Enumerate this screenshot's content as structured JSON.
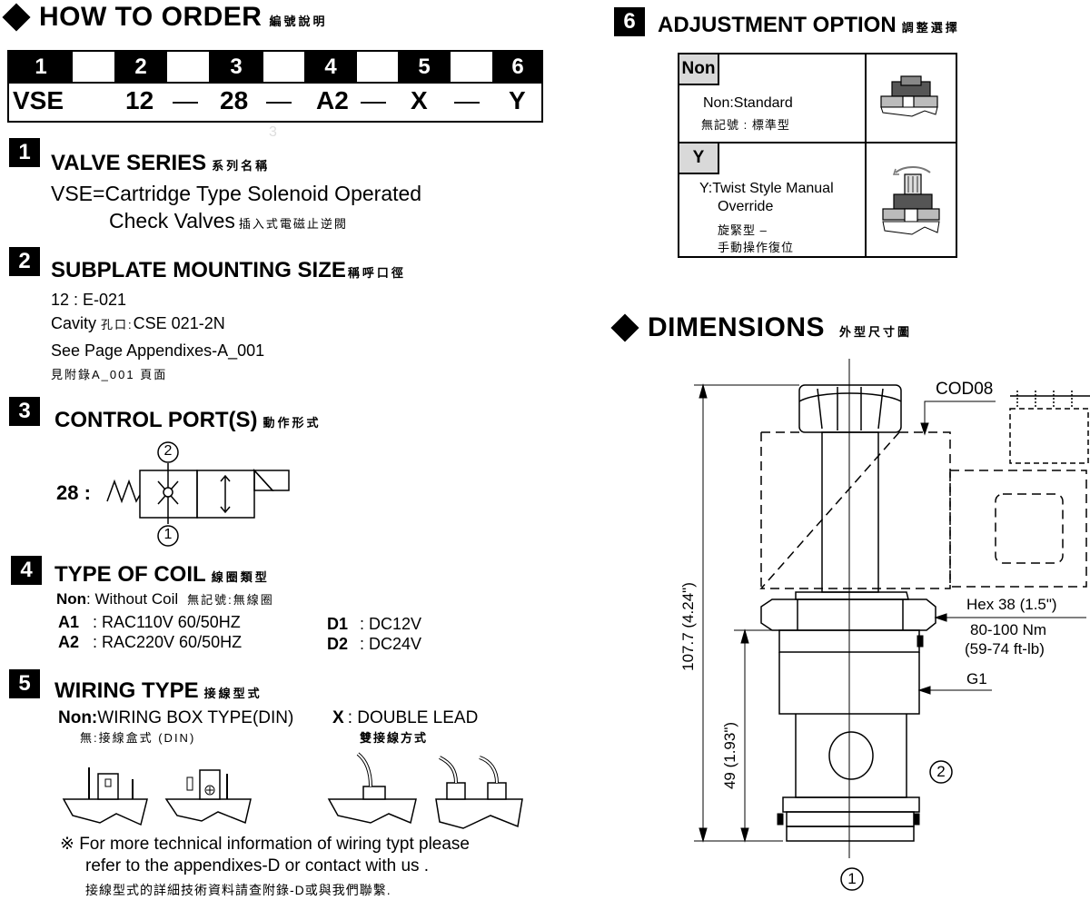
{
  "how_to_order": {
    "title": "HOW TO ORDER",
    "title_zh": "編號說明"
  },
  "order_table": {
    "numbers": [
      "1",
      "2",
      "3",
      "4",
      "5",
      "6"
    ],
    "codes": [
      "VSE",
      "12",
      "28",
      "A2",
      "X",
      "Y"
    ],
    "dash": "—",
    "faint_mark": "3"
  },
  "sec1": {
    "num": "1",
    "title": "VALVE SERIES",
    "title_zh": "系列名稱",
    "line1": "VSE=Cartridge Type Solenoid Operated",
    "line2": "Check Valves",
    "line2_zh": "插入式電磁止逆閥"
  },
  "sec2": {
    "num": "2",
    "title": "SUBPLATE MOUNTING SIZE",
    "title_zh": "稱呼口徑",
    "line1": "12 : E-021",
    "cavity_label": "Cavity",
    "cavity_zh": "孔口:",
    "cavity_value": "CSE 021-2N",
    "line3": "See Page Appendixes-A_001",
    "line4": "見附錄A_001 頁面"
  },
  "sec3": {
    "num": "3",
    "title": "CONTROL PORT(S)",
    "title_zh": "動作形式",
    "code_label": "28 :",
    "port_top": "2",
    "port_bottom": "1"
  },
  "sec4": {
    "num": "4",
    "title": "TYPE OF COIL",
    "title_zh": "線圈類型",
    "non_code": "Non",
    "non_text": ": Without Coil",
    "non_zh": "無記號:無線圈",
    "rows": [
      {
        "code": "A1",
        "text": ": RAC110V  60/50HZ"
      },
      {
        "code": "A2",
        "text": ": RAC220V  60/50HZ"
      },
      {
        "code": "D1",
        "text": ": DC12V"
      },
      {
        "code": "D2",
        "text": ": DC24V"
      }
    ]
  },
  "sec5": {
    "num": "5",
    "title": "WIRING TYPE",
    "title_zh": "接線型式",
    "non_code": "Non:",
    "non_text": "WIRING BOX TYPE(DIN)",
    "non_zh": "無:接線盒式 (DIN)",
    "x_code": "X",
    "x_text": ": DOUBLE LEAD",
    "x_zh": "雙接線方式",
    "note1": "※ For more technical information of wiring typt  please",
    "note2": "refer to the appendixes-D or contact with us .",
    "note3": "接線型式的詳細技術資料請查附錄-D或與我們聯繫."
  },
  "sec6": {
    "num": "6",
    "title": "ADJUSTMENT OPTION",
    "title_zh": "調整選擇",
    "non_code": "Non",
    "non_text": "Non:Standard",
    "non_zh": "無記號 : 標準型",
    "y_code": "Y",
    "y_text1": "Y:Twist Style Manual",
    "y_text2": "Override",
    "y_zh1": "旋緊型 –",
    "y_zh2": "手動操作復位"
  },
  "dimensions": {
    "title": "DIMENSIONS",
    "title_zh": "外型尺寸圖",
    "cod": "COD08",
    "hex": "Hex 38 (1.5\")",
    "torque": "80-100 Nm",
    "torque_ft": "(59-74 ft-lb)",
    "g1": "G1",
    "total_height": "107.7 (4.24\")",
    "lower_height": "49 (1.93\")",
    "port_2": "2",
    "port_1": "1"
  }
}
